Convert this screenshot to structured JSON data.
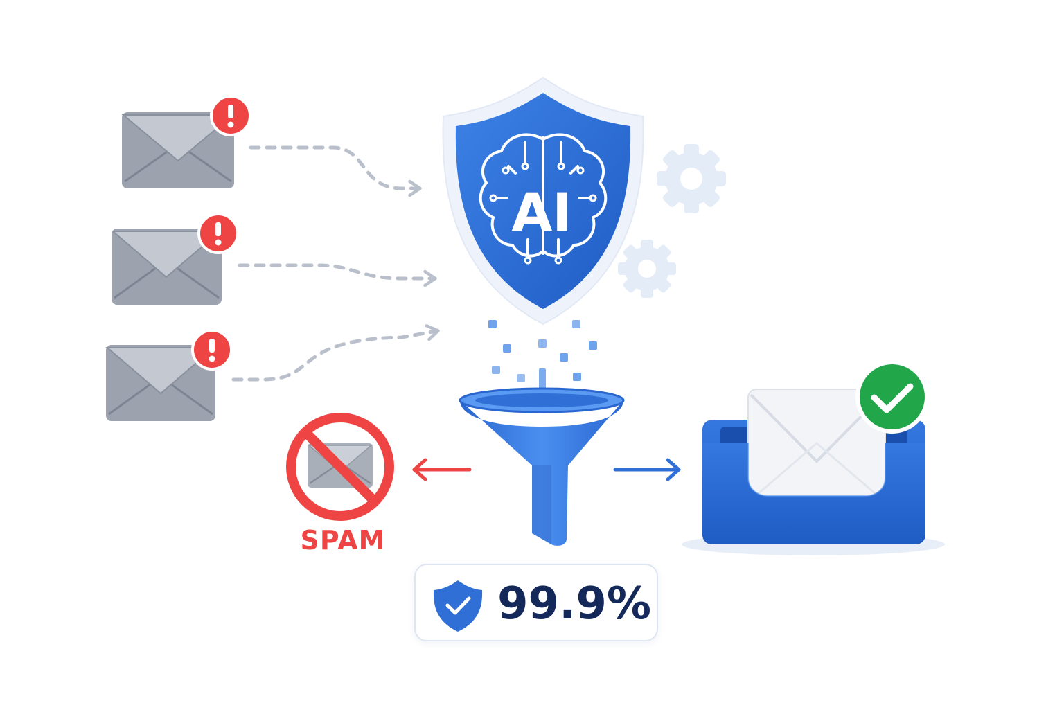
{
  "shield": {
    "label": "AI"
  },
  "spam": {
    "label": "SPAM"
  },
  "accuracy": {
    "value": "99.9%"
  },
  "colors": {
    "primary_blue": "#2f6fd6",
    "dark_navy": "#14295a",
    "alert_red": "#ef4444",
    "success_green": "#22a64a",
    "envelope_gray": "#9ca3af",
    "arrow_gray": "#b9c0cb",
    "gear_light": "#e4ecf7"
  },
  "icons": {
    "incoming": [
      "envelope-icon",
      "alert-icon"
    ],
    "filter": [
      "shield-icon",
      "brain-circuit-icon",
      "funnel-icon",
      "gear-icon"
    ],
    "outcomes": [
      "prohibited-icon",
      "inbox-tray-icon",
      "checkmark-icon",
      "shield-check-icon"
    ]
  }
}
